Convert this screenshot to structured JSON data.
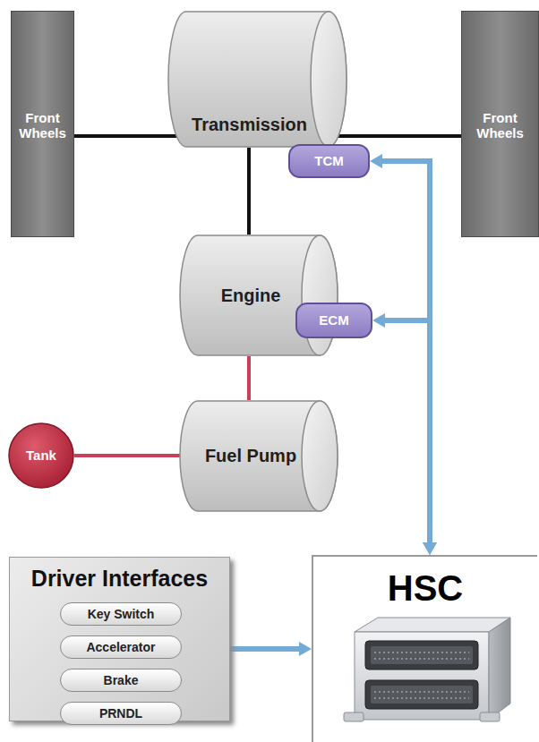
{
  "diagram": {
    "nodes": [
      {
        "text": [
          "Front Wheels"
        ]
      },
      {
        "text": [
          "Transmission"
        ]
      },
      {
        "text": [
          "TCM"
        ],
        "in": 1
      },
      {
        "text": [
          "Front Wheels"
        ]
      },
      {
        "text": [
          "Engine"
        ]
      },
      {
        "text": [
          "ECM"
        ],
        "in": 4
      },
      {
        "text": [
          "Tank"
        ]
      },
      {
        "text": [
          "Fuel Pump"
        ]
      },
      {
        "text": [
          "Driver Interfaces"
        ]
      },
      {
        "text": [
          "Key Switch"
        ],
        "in": 8
      },
      {
        "text": [
          "Accelerator"
        ],
        "in": 8
      },
      {
        "text": [
          "Brake"
        ],
        "in": 8
      },
      {
        "text": [
          "PRNDL"
        ],
        "in": 8
      },
      {
        "text": [
          "HSC"
        ]
      }
    ],
    "edges": [
      {
        "from": 0,
        "to": 1,
        "arrow": "none"
      },
      {
        "from": 1,
        "to": 3,
        "arrow": "none"
      },
      {
        "from": 1,
        "to": 4,
        "arrow": "none"
      },
      {
        "from": 4,
        "to": 7,
        "arrow": "none"
      },
      {
        "from": 6,
        "to": 7,
        "arrow": "none"
      },
      {
        "from": 8,
        "to": 13,
        "arrow": "to"
      },
      {
        "from": 13,
        "to": 2,
        "arrow": "both"
      },
      {
        "from": 13,
        "to": 5,
        "arrow": "both"
      }
    ]
  }
}
